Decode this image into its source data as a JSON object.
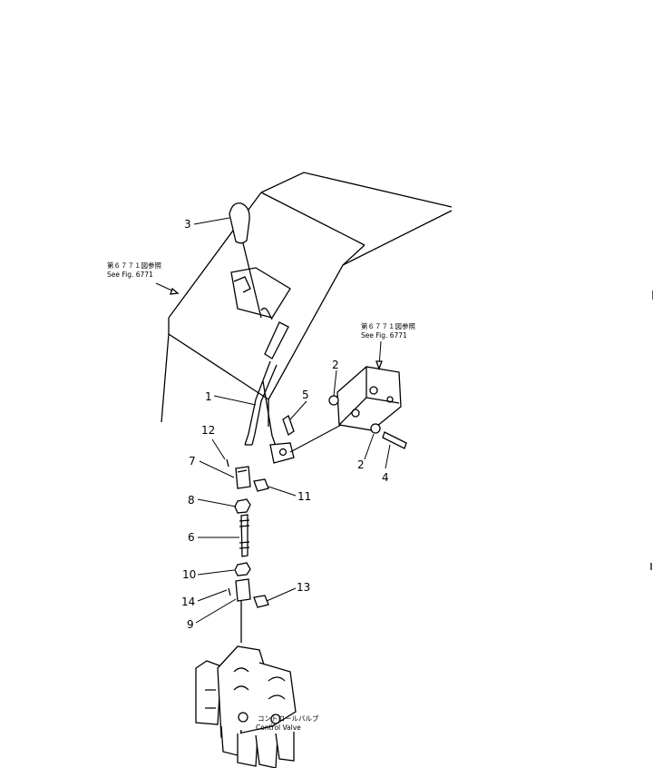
{
  "diagram": {
    "part_numbers": [
      {
        "id": "p3",
        "label": "3"
      },
      {
        "id": "p1",
        "label": "1"
      },
      {
        "id": "p5",
        "label": "5"
      },
      {
        "id": "p2a",
        "label": "2"
      },
      {
        "id": "p2b",
        "label": "2"
      },
      {
        "id": "p4",
        "label": "4"
      },
      {
        "id": "p12",
        "label": "12"
      },
      {
        "id": "p7",
        "label": "7"
      },
      {
        "id": "p11",
        "label": "11"
      },
      {
        "id": "p8",
        "label": "8"
      },
      {
        "id": "p6",
        "label": "6"
      },
      {
        "id": "p10",
        "label": "10"
      },
      {
        "id": "p13",
        "label": "13"
      },
      {
        "id": "p14",
        "label": "14"
      },
      {
        "id": "p9",
        "label": "9"
      }
    ],
    "notes": {
      "left_jp": "第６７７１図参照",
      "left_en": "See Fig. 6771",
      "right_jp": "第６７７１図参照",
      "right_en": "See Fig. 6771",
      "valve_jp": "コントロールバルブ",
      "valve_en": "Control Valve"
    }
  }
}
